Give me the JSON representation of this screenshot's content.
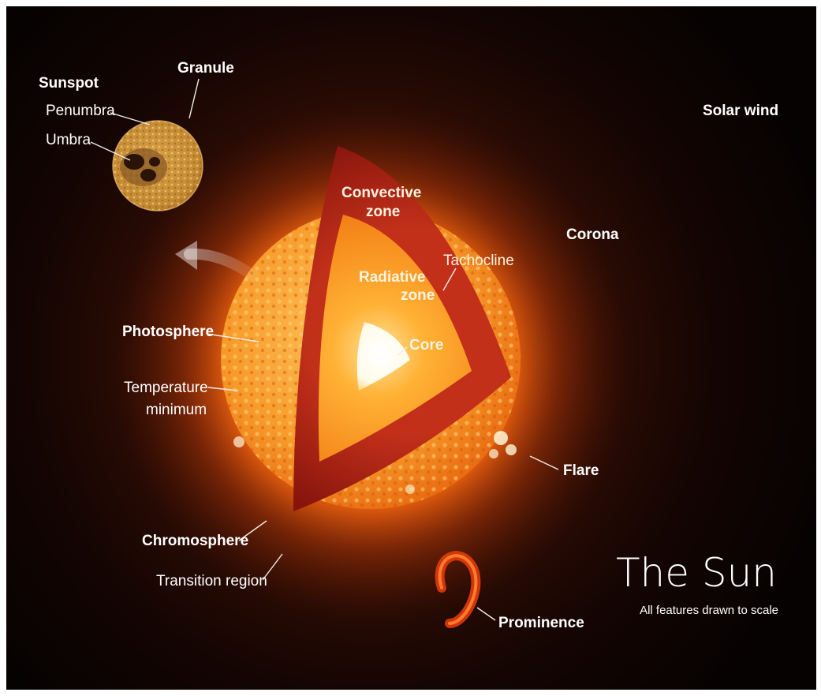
{
  "diagram": {
    "title": "The Sun",
    "subtitle": "All features drawn to scale",
    "labels": {
      "sunspot": "Sunspot",
      "penumbra": "Penumbra",
      "umbra": "Umbra",
      "granule": "Granule",
      "solar_wind": "Solar wind",
      "corona": "Corona",
      "convective_zone_1": "Convective",
      "convective_zone_2": "zone",
      "tachocline": "Tachocline",
      "radiative_zone_1": "Radiative",
      "radiative_zone_2": "zone",
      "core": "Core",
      "photosphere": "Photosphere",
      "temperature_minimum_1": "Temperature",
      "temperature_minimum_2": "minimum",
      "flare": "Flare",
      "chromosphere": "Chromosphere",
      "transition_region": "Transition region",
      "prominence": "Prominence"
    },
    "colors": {
      "space": "#080302",
      "surface": "#f39320",
      "convective": "#a51e10",
      "radiative": "#f08a18",
      "core": "#ffffff",
      "frame": "#ffffff"
    }
  }
}
